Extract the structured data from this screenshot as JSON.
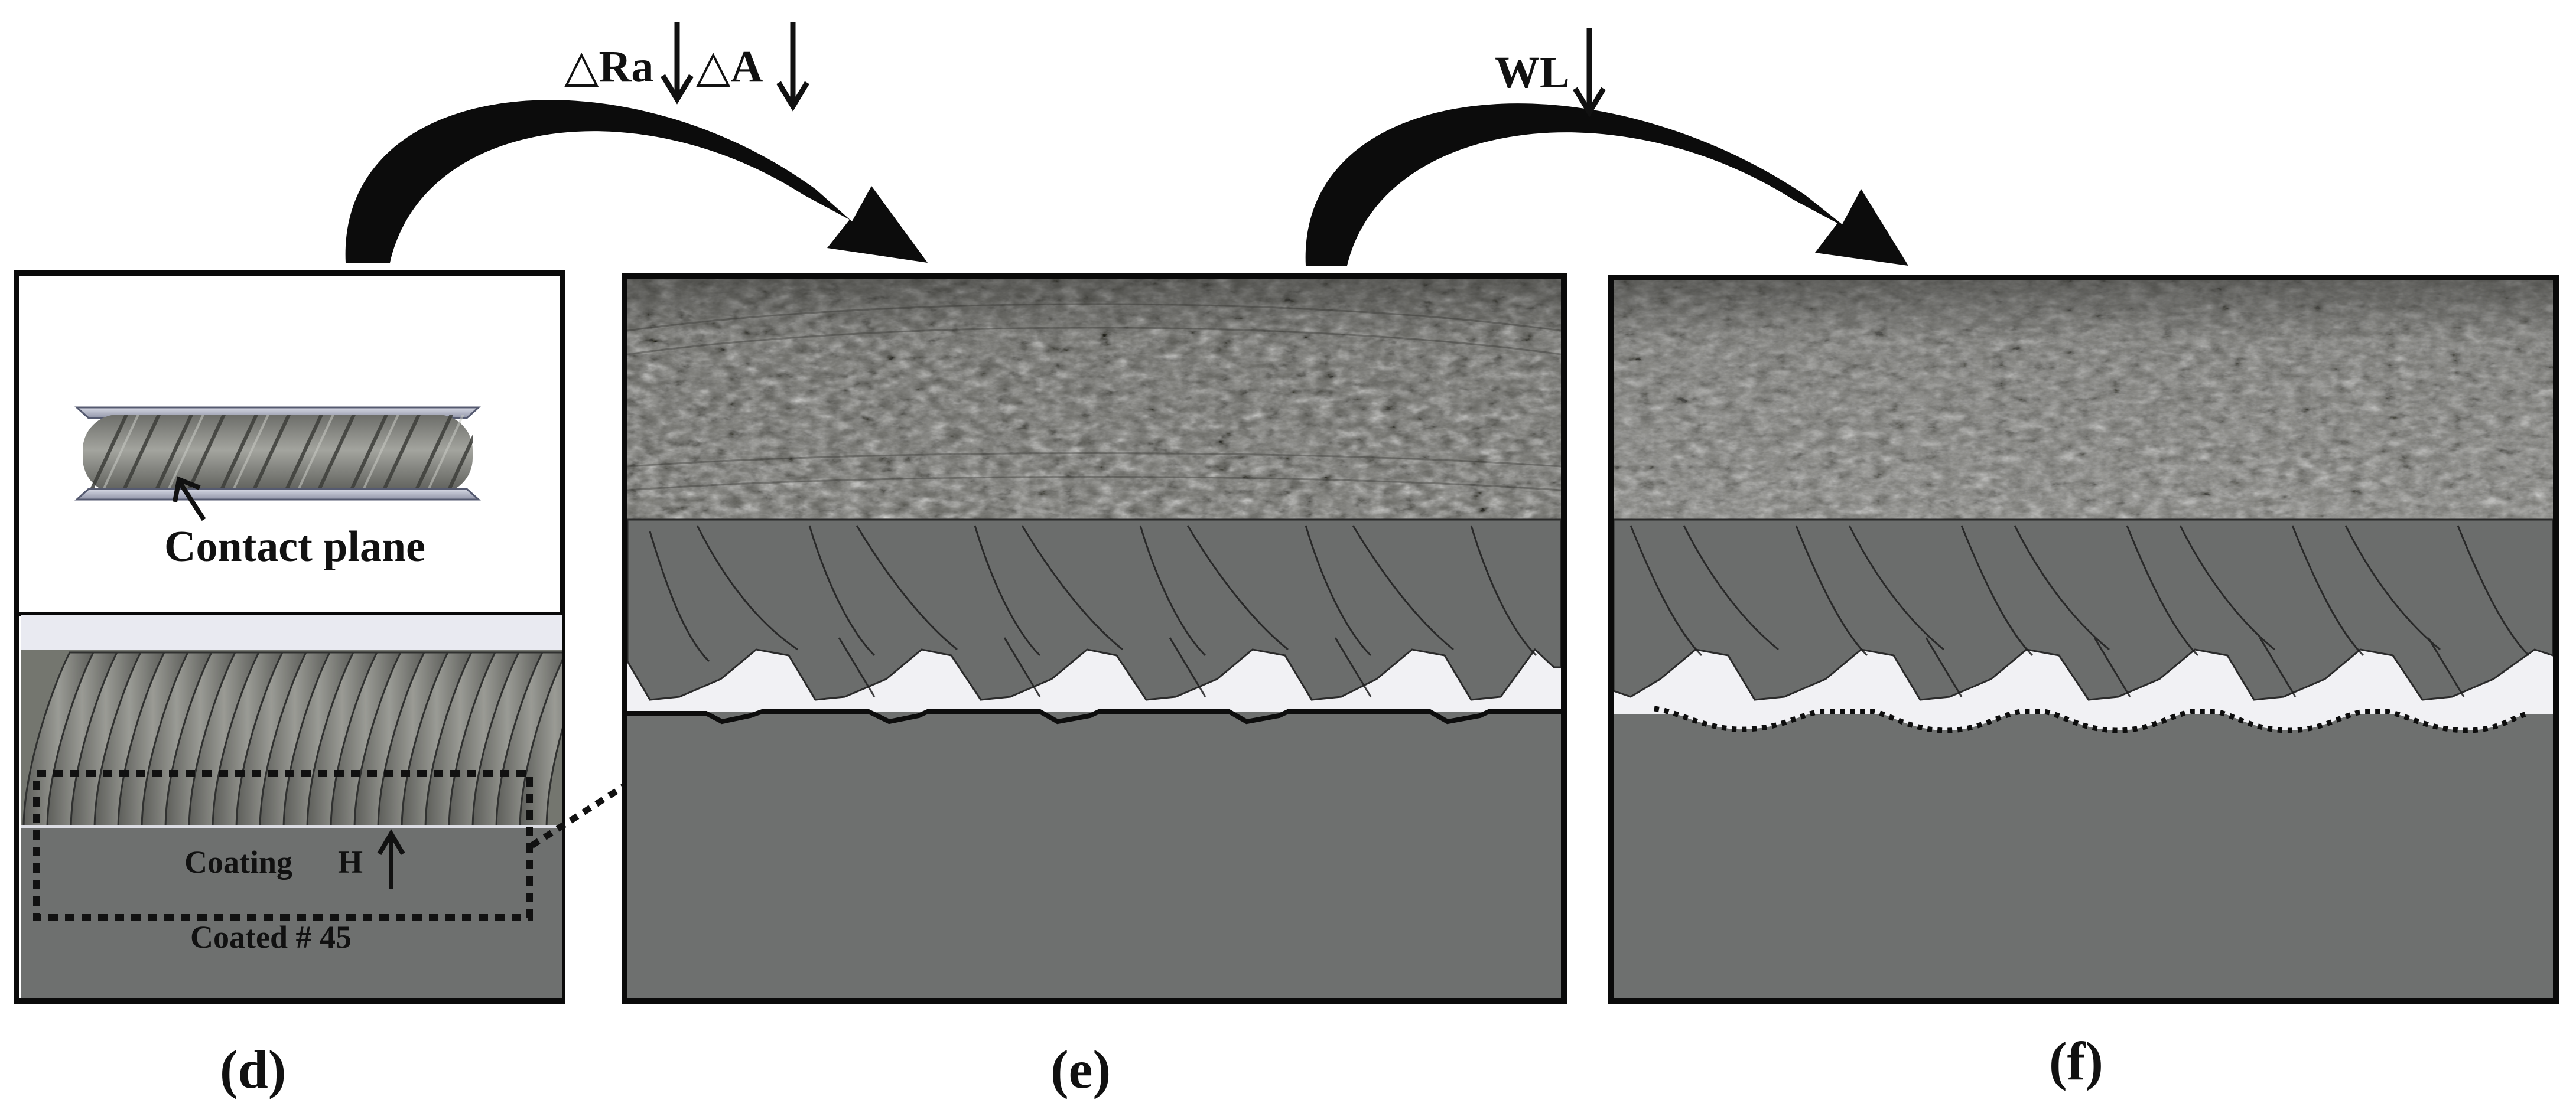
{
  "top_labels": {
    "delta_ra": "△Ra",
    "delta_a": "△A",
    "wl": "WL"
  },
  "panel_d": {
    "contact_plane_label": "Contact plane",
    "coating_label": "Coating",
    "h_label": "H",
    "coated_label": "Coated # 45",
    "caption": "(d)"
  },
  "panel_e": {
    "caption": "(e)"
  },
  "panel_f": {
    "caption": "(f)"
  },
  "colors": {
    "gray_body": "#6e706f",
    "gray_rope": "#8a8b86",
    "gap_white": "#f1f1f4",
    "outline": "#111111",
    "photo_dark": "#4a4a47",
    "photo_light": "#9c9c96"
  }
}
